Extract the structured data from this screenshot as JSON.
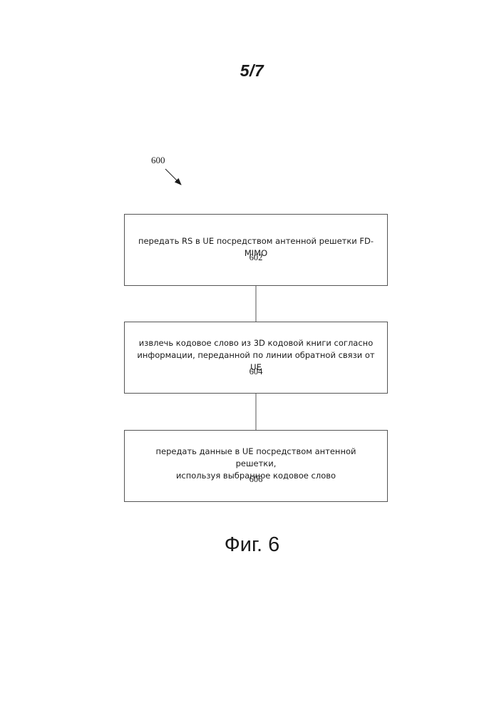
{
  "page": {
    "sheet_number": "5/7",
    "figure_caption": "Фиг. 6"
  },
  "diagram": {
    "reference": "600",
    "steps": [
      {
        "text": "передать RS в UE посредством антенной решетки FD-MIMO",
        "number": "602"
      },
      {
        "text": "извлечь кодовое слово из 3D кодовой книги согласно\nинформации, переданной по линии обратной связи от UE",
        "number": "604"
      },
      {
        "text": "передать данные в UE посредством антенной решетки,\nиспользуя выбранное кодовое слово",
        "number": "606"
      }
    ]
  }
}
